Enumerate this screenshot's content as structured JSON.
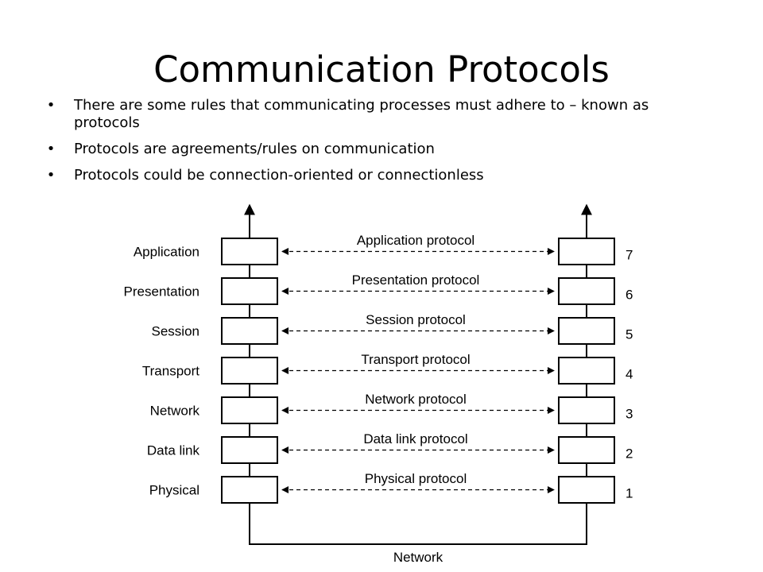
{
  "title": "Communication Protocols",
  "bullets": [
    "There are some rules that communicating processes must adhere to – known as protocols",
    "Protocols are agreements/rules on communication",
    "Protocols could be connection-oriented or connectionless"
  ],
  "bullet_glyph": "•",
  "diagram": {
    "layers": [
      {
        "name": "Application",
        "protocol": "Application protocol",
        "number": "7"
      },
      {
        "name": "Presentation",
        "protocol": "Presentation protocol",
        "number": "6"
      },
      {
        "name": "Session",
        "protocol": "Session protocol",
        "number": "5"
      },
      {
        "name": "Transport",
        "protocol": "Transport protocol",
        "number": "4"
      },
      {
        "name": "Network",
        "protocol": "Network protocol",
        "number": "3"
      },
      {
        "name": "Data link",
        "protocol": "Data link protocol",
        "number": "2"
      },
      {
        "name": "Physical",
        "protocol": "Physical protocol",
        "number": "1"
      }
    ],
    "network_label": "Network"
  }
}
